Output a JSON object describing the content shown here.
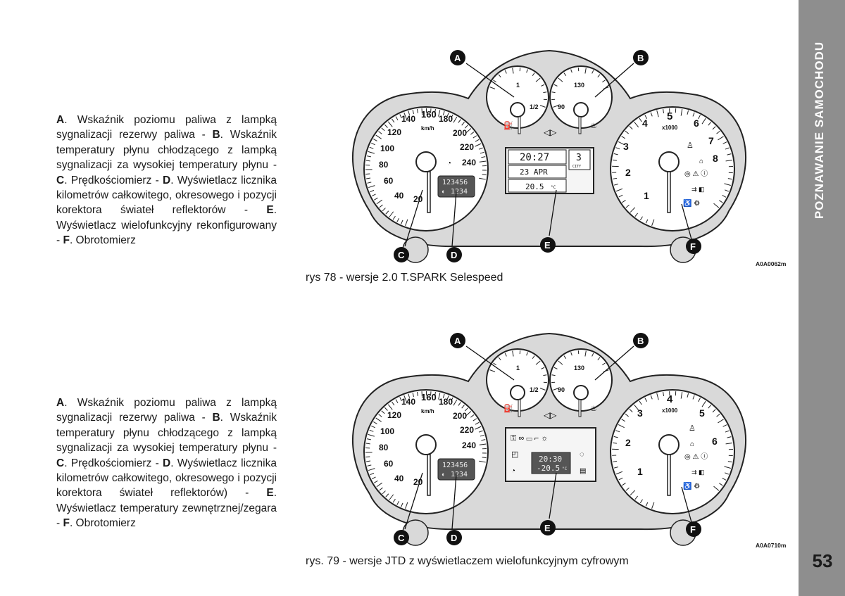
{
  "sidebar": {
    "title": "POZNAWANIE SAMOCHODU",
    "page_number": "53"
  },
  "blocks": [
    {
      "letters": [
        "A",
        "B",
        "C",
        "D",
        "E",
        "F"
      ],
      "text": [
        ". Wskaźnik poziomu paliwa z lampką sygnalizacji rezerwy paliwa - ",
        ". Wskaźnik temperatury płynu chłodzącego z lampką sygnalizacji za wysokiej temperatury płynu - ",
        ". Prędkościomierz - ",
        ". Wyświetlacz licznika kilometrów całkowitego, okresowego i pozycji korektora świateł reflektorów - ",
        ". Wyświetlacz wielofunkcyjny rekonfigurowany - ",
        ". Obrotomierz"
      ],
      "caption": "rys 78 - wersje 2.0 T.SPARK Selespeed",
      "image_code": "A0A0062m",
      "display": {
        "time": "20:27",
        "gear": "3",
        "mode": "CITY",
        "date": "23 APR",
        "temp": "20.5",
        "temp_unit": "°C"
      },
      "odometer": {
        "total": "123456",
        "trip": "1234"
      }
    },
    {
      "letters": [
        "A",
        "B",
        "C",
        "D",
        "E",
        "F"
      ],
      "text": [
        ". Wskaźnik poziomu paliwa z lampką sygnalizacji rezerwy paliwa - ",
        ". Wskaźnik temperatury płynu chłodzącego z lampką sygnalizacji za wysokiej temperatury płynu - ",
        ". Prędkościomierz - ",
        ". Wyświetlacz licznika kilometrów całkowitego, okresowego i pozycji korektora świateł reflektorów) - ",
        ". Wyświetlacz temperatury zewnętrznej/zegara - ",
        ". Obrotomierz"
      ],
      "caption": "rys. 79 - wersje JTD z wyświetlaczem wielofunkcyjnym cyfrowym",
      "image_code": "A0A0710m",
      "display": {
        "time": "20:30",
        "temp": "-20.5",
        "temp_unit": "°C"
      },
      "odometer": {
        "total": "123456",
        "trip": "1234"
      }
    }
  ],
  "gauges": {
    "speed_labels": [
      "20",
      "40",
      "60",
      "80",
      "100",
      "120",
      "140",
      "160",
      "180",
      "200",
      "220",
      "240"
    ],
    "speed_unit": "km/h",
    "rpm_labels_fig1": [
      "1",
      "2",
      "3",
      "4",
      "5",
      "6",
      "7",
      "8"
    ],
    "rpm_labels_fig2": [
      "1",
      "2",
      "3",
      "4",
      "5",
      "6"
    ],
    "rpm_unit": "x1000",
    "fuel_labels": [
      "1",
      "1/2"
    ],
    "temp_labels": [
      "130",
      "90"
    ],
    "callouts": [
      "A",
      "B",
      "C",
      "D",
      "E",
      "F"
    ]
  }
}
